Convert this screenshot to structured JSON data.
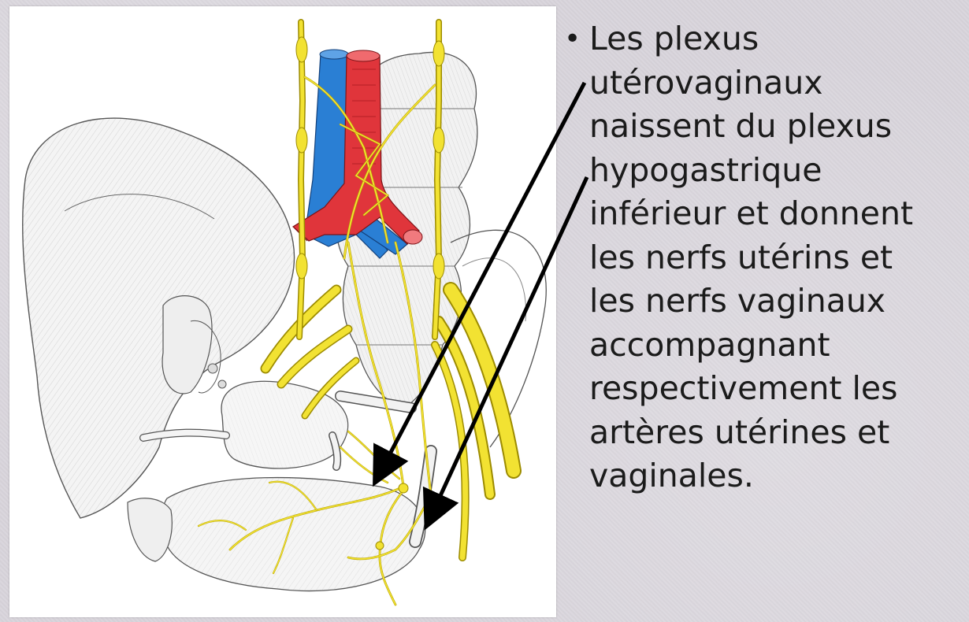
{
  "slide": {
    "bullet": {
      "marker": "•",
      "lines": [
        "Les plexus",
        "utérovaginaux",
        "naissent du plexus",
        "hypogastrique",
        "inférieur et donnent",
        "les nerfs utérins et",
        "les nerfs vaginaux",
        "accompagnant",
        "respectivement les",
        "artères utérines et",
        "vaginales."
      ]
    },
    "colors": {
      "vein": "#2a7fd4",
      "artery": "#e0353b",
      "nerve": "#f2e232",
      "nerve_outline": "#b8a400",
      "arrow": "#000000",
      "background": "#d8d4db"
    },
    "illustration": {
      "icon": "pelvic-nerve-anatomy-drawing"
    }
  }
}
